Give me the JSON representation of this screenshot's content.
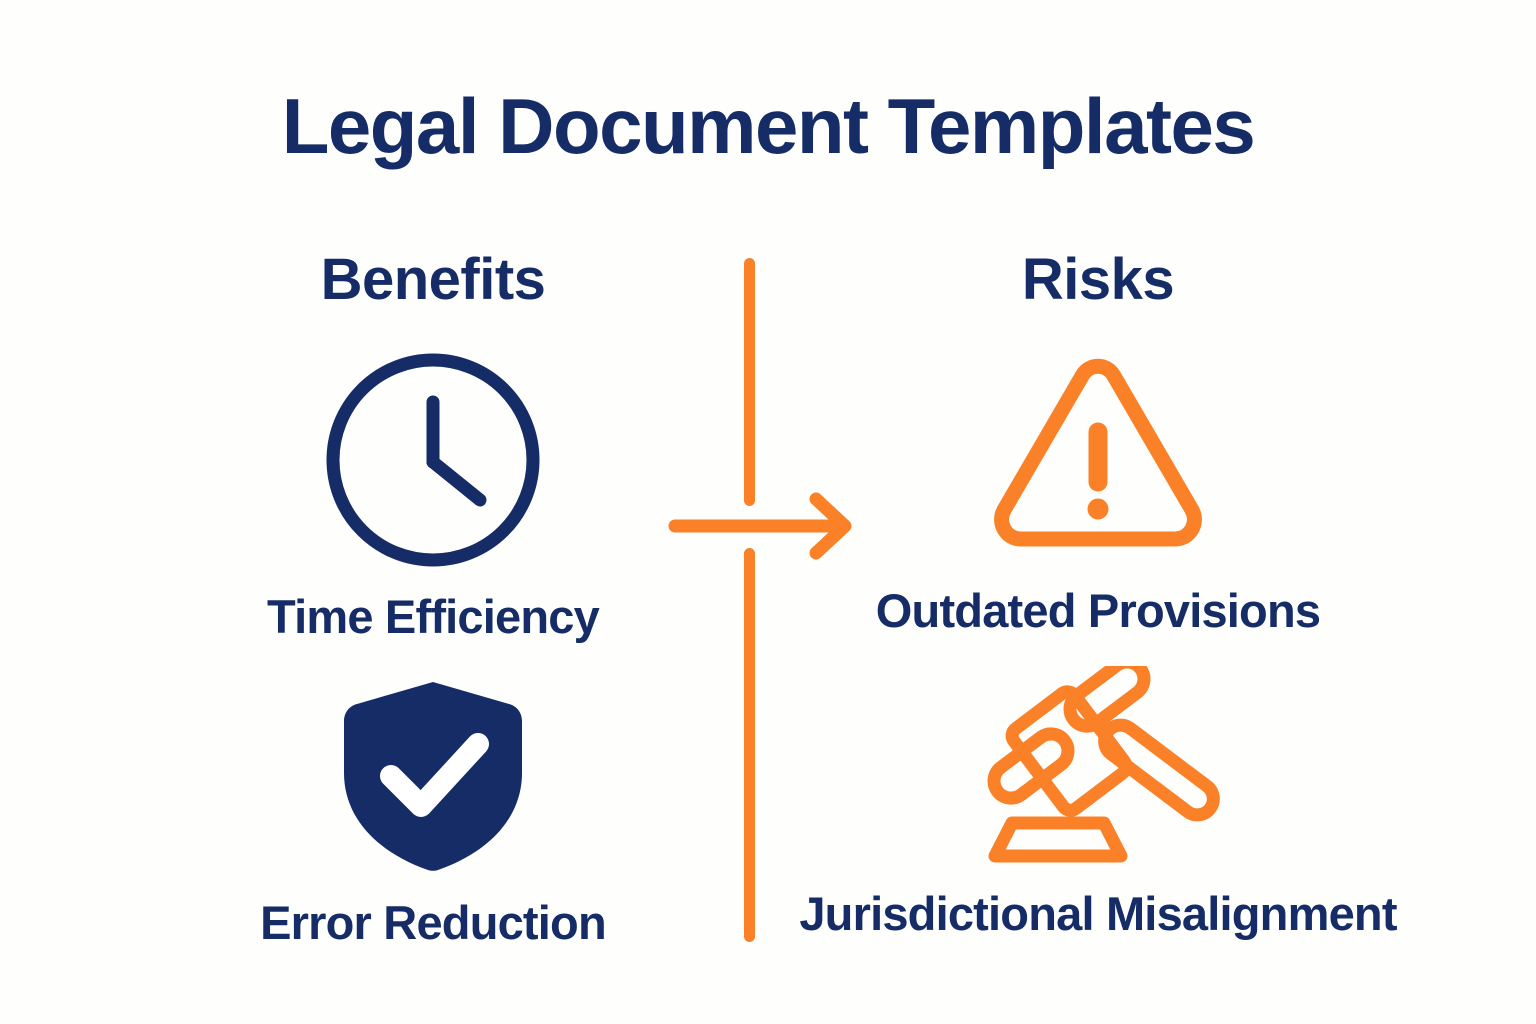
{
  "page": {
    "title": "Legal Document Templates",
    "background_color": "#FEFEFC",
    "navy": "#152C66",
    "orange": "#FA8128"
  },
  "columns": {
    "left": {
      "header": "Benefits",
      "items": [
        {
          "icon": "clock-icon",
          "label": "Time Efficiency",
          "color": "#152C66"
        },
        {
          "icon": "shield-check-icon",
          "label": "Error Reduction",
          "color": "#152C66"
        }
      ]
    },
    "right": {
      "header": "Risks",
      "items": [
        {
          "icon": "warning-triangle-icon",
          "label": "Outdated Provisions",
          "color": "#FA8128"
        },
        {
          "icon": "gavel-icon",
          "label": "Jurisdictional Misalignment",
          "color": "#FA8128"
        }
      ]
    }
  },
  "divider": {
    "icon": "vertical-divider",
    "arrow_icon": "arrow-right-icon",
    "color": "#FA8128"
  }
}
